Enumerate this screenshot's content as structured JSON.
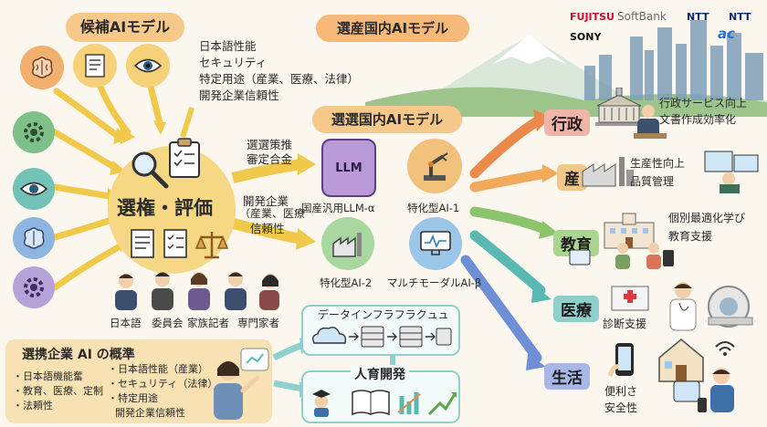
{
  "candidate": {
    "title": "候補AIモデル",
    "criteria": [
      "日本語性能",
      "セキュリティ",
      "特定用途（産業、医療、法律）",
      "開発企業信頼性"
    ]
  },
  "selection": {
    "title": "選権・評価",
    "arrow_top": [
      "選選策推",
      "審定合金"
    ],
    "arrow_bottom": [
      "開発企業",
      "（産業、医療",
      "信頼性"
    ],
    "committee": [
      "日本語",
      "委員会",
      "家族記者",
      "専門家者"
    ]
  },
  "domestic": {
    "title": "選産国内AIモデル",
    "companies": [
      "FUJITSU",
      "SoftBank",
      "NTT",
      "SONY",
      "NTT",
      "ac"
    ]
  },
  "models": {
    "title": "選選国内AIモデル",
    "items": [
      {
        "label": "国産汎用LLM-α",
        "icon_text": "LLM"
      },
      {
        "label": "特化型AI-1"
      },
      {
        "label": "特化型AI-2"
      },
      {
        "label": "マルチモーダルAI-β"
      }
    ]
  },
  "sectors": [
    {
      "name": "行政",
      "lines": [
        "行政サービス向上",
        "文書作成効率化"
      ],
      "color": "#e8a1a1"
    },
    {
      "name": "産",
      "lines": [
        "生産性向上",
        "品質管理"
      ],
      "color": "#f3c68c"
    },
    {
      "name": "教育",
      "lines": [
        "個別最適化学び",
        "教育支援"
      ],
      "color": "#a9d58f"
    },
    {
      "name": "医療",
      "lines": [
        "診断支援"
      ],
      "color": "#8fd0cc"
    },
    {
      "name": "生活",
      "lines": [
        "便利さ",
        "安全性"
      ],
      "color": "#a7b8e6"
    }
  ],
  "infra": {
    "title": "データインフラフラクュュ",
    "hr_title": "人育開発"
  },
  "criteria_box": {
    "title": "選携企業 AI の概準",
    "left": [
      "・日本語機能奮",
      "・教育、医療、定制",
      "・法頼性"
    ],
    "right": [
      "・日本語性能（産業）",
      "・セキュリティ（法律）",
      "・特定用途",
      "開発企業信頼性"
    ]
  },
  "colors": {
    "peach": "#f6c98a",
    "blue_pill": "#bcd8f0",
    "arrow_orange": "#e98a4a",
    "arrow_green": "#8cc46b",
    "arrow_teal": "#5ab8b2",
    "arrow_blue": "#6e8fd6",
    "arrow_yellow": "#f0c94a"
  },
  "icons": [
    "brain-icon",
    "document-icon",
    "eye-icon",
    "gear-icon",
    "magnifier-icon",
    "clipboard-icon",
    "scale-icon",
    "robot-arm-icon",
    "factory-icon",
    "monitor-icon",
    "cloud-icon",
    "server-icon",
    "book-icon",
    "chart-icon"
  ]
}
